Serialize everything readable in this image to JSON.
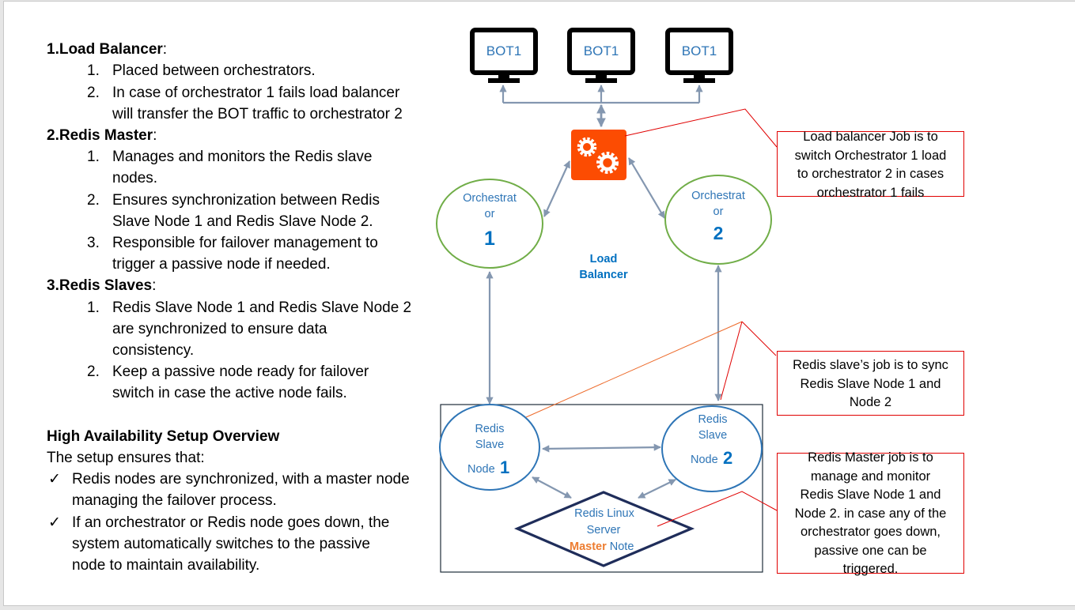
{
  "left_panel": {
    "sections": [
      {
        "heading": "1.Load Balancer",
        "colon": ":",
        "items": [
          {
            "num": "1.",
            "lines": [
              "Placed between orchestrators."
            ]
          },
          {
            "num": "2.",
            "lines": [
              "In case of orchestrator 1 fails load balancer",
              "will transfer the BOT traffic to orchestrator 2"
            ]
          }
        ]
      },
      {
        "heading": "2.Redis Master",
        "colon": ":",
        "items": [
          {
            "num": "1.",
            "lines": [
              "Manages and monitors the Redis slave",
              "nodes."
            ]
          },
          {
            "num": "2.",
            "lines": [
              "Ensures synchronization between Redis",
              "Slave Node 1 and Redis Slave Node 2."
            ]
          },
          {
            "num": "3.",
            "lines": [
              "Responsible for failover management to",
              "trigger a passive node if needed."
            ]
          }
        ]
      },
      {
        "heading": "3.Redis Slaves",
        "colon": ":",
        "items": [
          {
            "num": "1.",
            "lines": [
              "Redis Slave Node 1 and Redis Slave Node 2",
              "are synchronized to ensure data",
              "consistency."
            ]
          },
          {
            "num": "2.",
            "lines": [
              "Keep a passive node ready for failover",
              "switch in case the active node fails."
            ]
          }
        ]
      }
    ],
    "overview": {
      "title": "High Availability Setup Overview",
      "intro": "The setup ensures that:",
      "check_icon": "✓",
      "bullets": [
        {
          "lines": [
            "Redis nodes are synchronized, with a master node",
            "managing the failover process."
          ]
        },
        {
          "lines": [
            "If an orchestrator or Redis node goes down, the",
            "system automatically switches to the passive",
            "node to maintain availability."
          ]
        }
      ]
    }
  },
  "diagram": {
    "bots": [
      {
        "label": "BOT1",
        "icon": "monitor-icon"
      },
      {
        "label": "BOT1",
        "icon": "monitor-icon"
      },
      {
        "label": "BOT1",
        "icon": "monitor-icon"
      }
    ],
    "load_balancer": {
      "icon": "gears-icon",
      "label_line1": "Load",
      "label_line2": "Balancer",
      "color": "#fc4c02"
    },
    "orchestrators": [
      {
        "line1": "Orchestrat",
        "line2": "or",
        "number": "1"
      },
      {
        "line1": "Orchestrat",
        "line2": "or",
        "number": "2"
      }
    ],
    "redis_slaves": [
      {
        "line1": "Redis",
        "line2": "Slave",
        "node_label": "Node",
        "number": "1"
      },
      {
        "line1": "Redis",
        "line2": "Slave",
        "node_label": "Node",
        "number": "2"
      }
    ],
    "redis_master": {
      "line1": "Redis Linux",
      "line2": "Server",
      "master_word": "Master",
      "note_word": "Note"
    },
    "colors": {
      "orchestrator_stroke": "#70ad47",
      "slave_stroke": "#2e75b6",
      "master_stroke": "#1f2d5a",
      "text_blue": "#2e75b6",
      "number_blue": "#0070c0",
      "master_orange": "#ed7d31",
      "connector": "#8497b0",
      "callout_red": "#e00000"
    }
  },
  "callouts": {
    "load_balancer": [
      "Load balancer Job is to",
      "switch Orchestrator 1 load",
      "to orchestrator 2 in cases",
      "orchestrator 1 fails"
    ],
    "redis_slave": [
      "Redis slave’s  job is to sync",
      "Redis Slave Node 1 and",
      "Node 2"
    ],
    "redis_master": [
      "Redis Master job is to",
      "manage and monitor",
      "Redis Slave Node 1 and",
      "Node 2. in case any of the",
      "orchestrator goes down,",
      "passive one can be",
      "triggered."
    ]
  }
}
